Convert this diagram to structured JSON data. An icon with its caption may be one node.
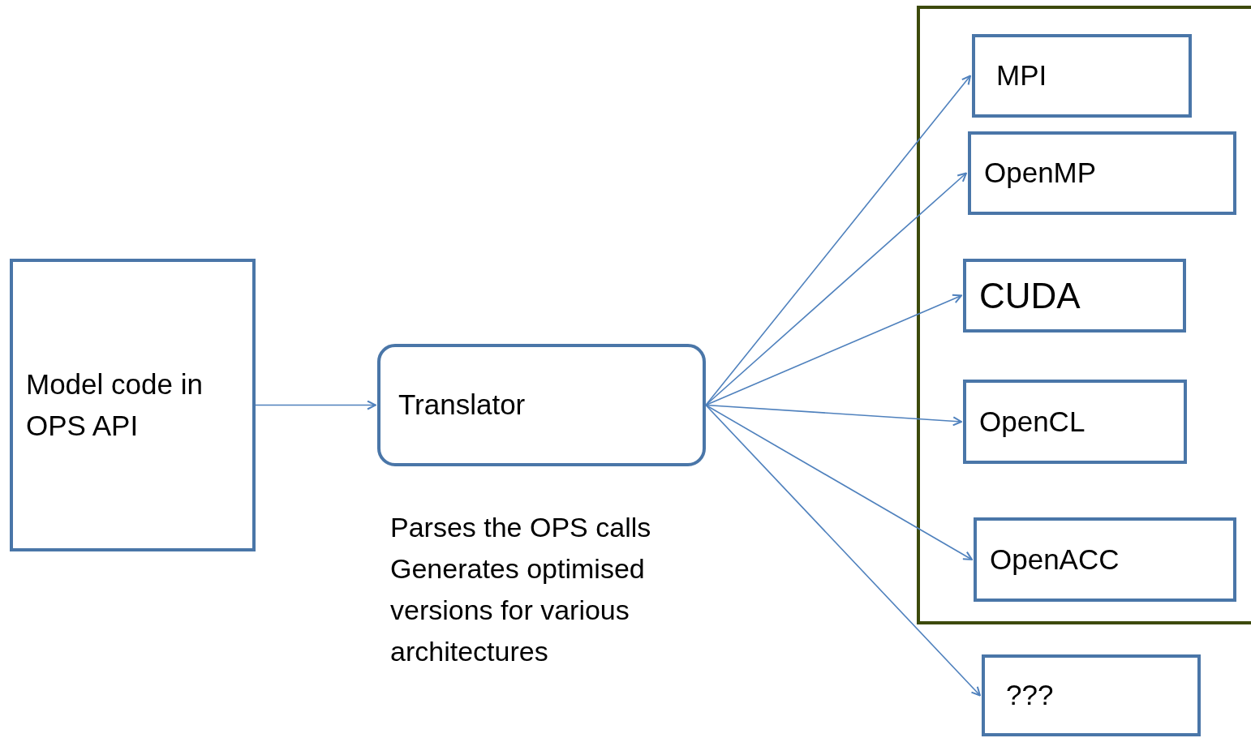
{
  "diagram": {
    "nodes": [
      {
        "text": [
          "Model code in OPS API"
        ]
      },
      {
        "text": [
          "Translator"
        ],
        "beside": [
          "Parses the OPS calls",
          "Generates optimised versions for various architectures"
        ]
      },
      {
        "text": [],
        "shape": "box"
      },
      {
        "text": [
          "MPI"
        ],
        "in": 2
      },
      {
        "text": [
          "OpenMP"
        ],
        "in": 2
      },
      {
        "text": [
          "CUDA"
        ],
        "in": 2
      },
      {
        "text": [
          "OpenCL"
        ],
        "in": 2
      },
      {
        "text": [
          "OpenACC"
        ],
        "in": 2
      },
      {
        "text": [
          "???"
        ]
      }
    ],
    "edges": [
      {
        "from": 0,
        "to": 1,
        "arrow": "to"
      },
      {
        "from": 1,
        "to": 3,
        "arrow": "to"
      },
      {
        "from": 1,
        "to": 4,
        "arrow": "to"
      },
      {
        "from": 1,
        "to": 5,
        "arrow": "to"
      },
      {
        "from": 1,
        "to": 6,
        "arrow": "to"
      },
      {
        "from": 1,
        "to": 7,
        "arrow": "to"
      },
      {
        "from": 1,
        "to": 8,
        "arrow": "to"
      }
    ]
  }
}
